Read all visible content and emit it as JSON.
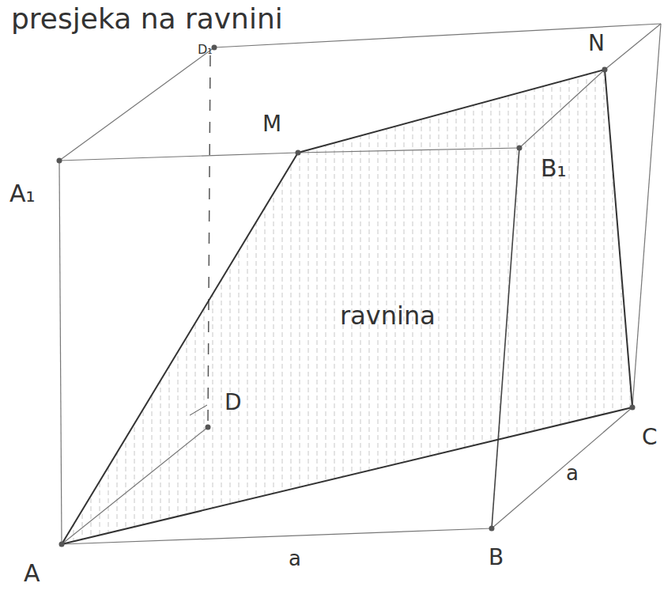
{
  "diagram": {
    "labels": [
      "presjeka na ravnini",
      "D₁",
      "M",
      "N",
      "A₁",
      "B₁",
      "ravnina",
      "D",
      "C",
      "a",
      "A",
      "a",
      "B"
    ]
  }
}
